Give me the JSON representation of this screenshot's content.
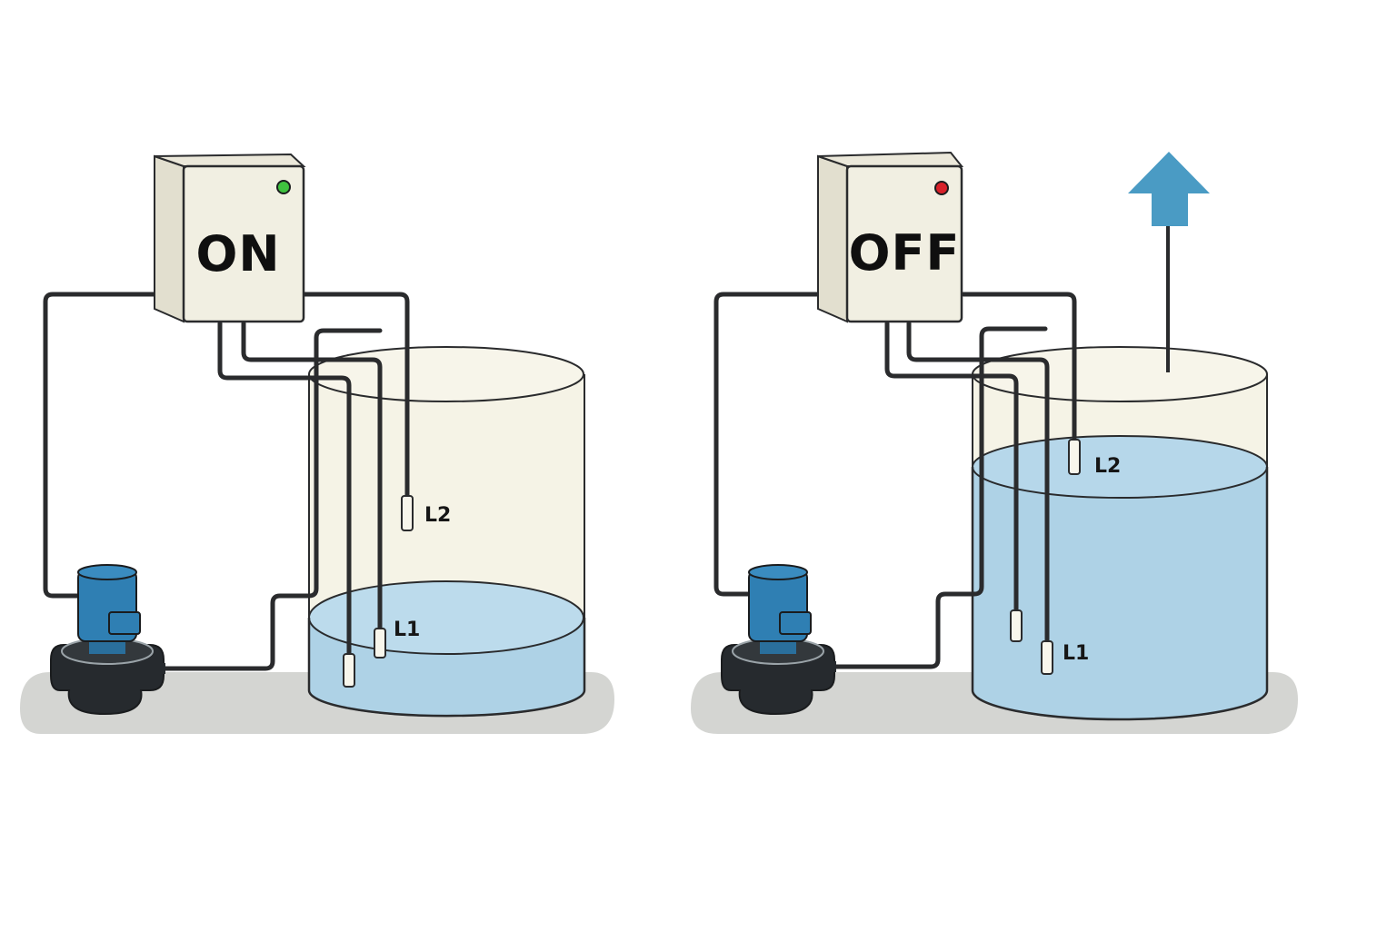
{
  "panels": [
    {
      "id": "on",
      "box_label": "ON",
      "indicator_color": "#3fc23f",
      "water_level": "low",
      "probes": [
        {
          "id": "L2",
          "label": "L2"
        },
        {
          "id": "L1",
          "label": "L1"
        }
      ],
      "arrow": false
    },
    {
      "id": "off",
      "box_label": "OFF",
      "indicator_color": "#d8212a",
      "water_level": "high",
      "probes": [
        {
          "id": "L2",
          "label": "L2"
        },
        {
          "id": "L1",
          "label": "L1"
        }
      ],
      "arrow": true
    }
  ],
  "colors": {
    "box_fill": "#f1efe2",
    "tank_fill": "#f5f3e6",
    "water_fill": "#aed2e6",
    "pump_blue": "#2f7fb3",
    "pump_base": "#262a2e",
    "arrow_blue": "#4a9bc4",
    "floor": "#d4d5d2",
    "wire": "#2a2b2d"
  }
}
